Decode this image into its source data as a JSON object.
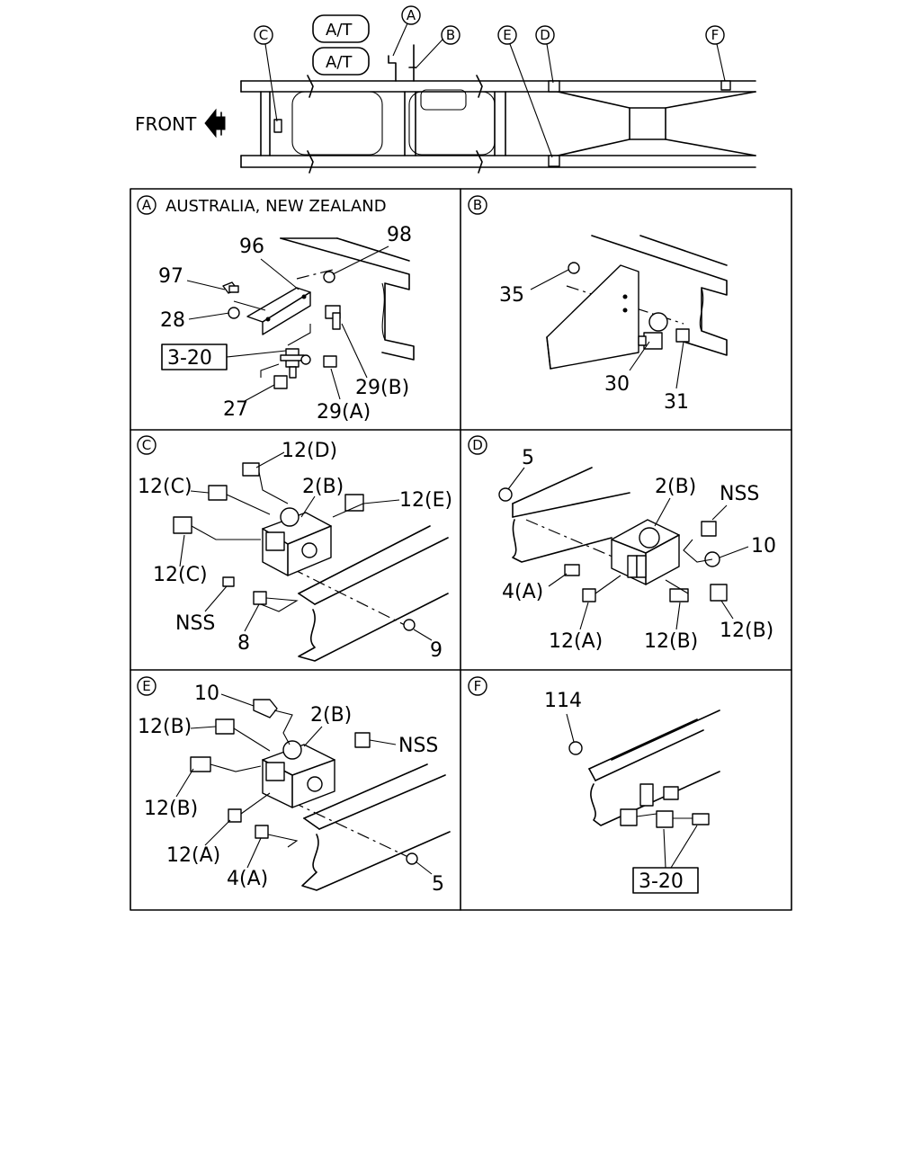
{
  "overview": {
    "front_label": "FRONT",
    "at_label_1": "A/T",
    "at_label_2": "A/T",
    "markers": [
      "A",
      "B",
      "C",
      "D",
      "E",
      "F"
    ]
  },
  "panels": {
    "A": {
      "marker": "A",
      "title": "AUSTRALIA, NEW ZEALAND",
      "labels": [
        "96",
        "98",
        "97",
        "28",
        "3-20",
        "29(B)",
        "27",
        "29(A)"
      ]
    },
    "B": {
      "marker": "B",
      "labels": [
        "35",
        "30",
        "31"
      ]
    },
    "C": {
      "marker": "C",
      "labels": [
        "12(D)",
        "12(C)",
        "2(B)",
        "12(E)",
        "12(C)",
        "NSS",
        "8",
        "9"
      ]
    },
    "D": {
      "marker": "D",
      "labels": [
        "5",
        "2(B)",
        "NSS",
        "10",
        "4(A)",
        "12(A)",
        "12(B)",
        "12(B)"
      ]
    },
    "E": {
      "marker": "E",
      "labels": [
        "10",
        "2(B)",
        "12(B)",
        "NSS",
        "12(B)",
        "12(A)",
        "4(A)",
        "5"
      ]
    },
    "F": {
      "marker": "F",
      "labels": [
        "114",
        "3-20"
      ]
    }
  }
}
